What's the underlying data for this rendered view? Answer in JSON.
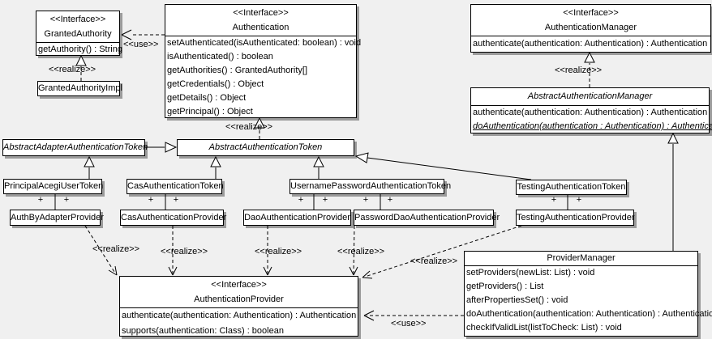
{
  "diagram_type": "uml-class-diagram",
  "colors": {
    "background": "#f0f0f0",
    "box_fill": "#ffffff",
    "line": "#000000",
    "shadow": "#9b9b9b"
  },
  "labels": {
    "realize": "<<realize>>",
    "use": "<<use>>",
    "plus": "+"
  },
  "classes": {
    "granted_authority": {
      "stereotype": "<<Interface>>",
      "name": "GrantedAuthority",
      "methods": [
        "getAuthority() : String"
      ]
    },
    "granted_authority_impl": {
      "name": "GrantedAuthorityImpl"
    },
    "authentication": {
      "stereotype": "<<Interface>>",
      "name": "Authentication",
      "methods": [
        "setAuthenticated(isAuthenticated: boolean) : void",
        "isAuthenticated() : boolean",
        "getAuthorities() : GrantedAuthority[]",
        "getCredentials() : Object",
        "getDetails() : Object",
        "getPrincipal() : Object"
      ]
    },
    "authentication_manager": {
      "stereotype": "<<Interface>>",
      "name": "AuthenticationManager",
      "methods": [
        "authenticate(authentication: Authentication) : Authentication"
      ]
    },
    "abstract_authentication_manager": {
      "name": "AbstractAuthenticationManager",
      "methods": [
        "authenticate(authentication: Authentication) : Authentication",
        "doAuthentication(authentication : Authentication) : Authentication"
      ]
    },
    "abstract_adapter_authentication_token": {
      "name": "AbstractAdapterAuthenticationToken"
    },
    "abstract_authentication_token": {
      "name": "AbstractAuthenticationToken"
    },
    "principal_acegi_user_token": {
      "name": "PrincipalAcegiUserToken"
    },
    "cas_authentication_token": {
      "name": "CasAuthenticationToken"
    },
    "username_password_authentication_token": {
      "name": "UsernamePasswordAuthenticationToken"
    },
    "testing_authentication_token": {
      "name": "TestingAuthenticationToken"
    },
    "auth_by_adapter_provider": {
      "name": "AuthByAdapterProvider"
    },
    "cas_authentication_provider": {
      "name": "CasAuthenticationProvider"
    },
    "dao_authentication_provider": {
      "name": "DaoAuthenticationProvider"
    },
    "password_dao_authentication_provider": {
      "name": "PasswordDaoAuthenticationProvider"
    },
    "testing_authentication_provider": {
      "name": "TestingAuthenticationProvider"
    },
    "authentication_provider": {
      "stereotype": "<<Interface>>",
      "name": "AuthenticationProvider",
      "methods": [
        "authenticate(authentication: Authentication) : Authentication",
        "supports(authentication: Class) : boolean"
      ]
    },
    "provider_manager": {
      "name": "ProviderManager",
      "methods": [
        "setProviders(newList: List) : void",
        "getProviders() : List",
        "afterPropertiesSet() : void",
        "doAuthentication(authentication: Authentication) : Authentication",
        "checkIfValidList(listToCheck: List) : void"
      ]
    }
  }
}
